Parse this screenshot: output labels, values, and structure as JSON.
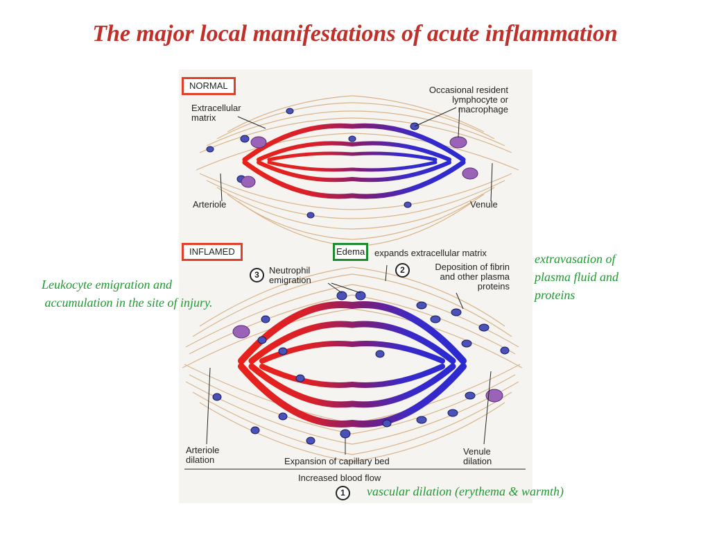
{
  "title": "The major local manifestations of acute inflammation",
  "colors": {
    "title": "#c0302a",
    "annotation": "#1f9a32",
    "normal_box": "#e0402a",
    "inflamed_box": "#e0402a",
    "edema_box": "#1e8a2e",
    "arterial_red": "#e8221a",
    "venous_blue": "#2a2ad0",
    "fiber_tan": "#d8b48a",
    "cell_purple": "#9b63b8"
  },
  "figure": {
    "normal": {
      "header": "NORMAL",
      "labels": {
        "extracellular_matrix": "Extracellular\nmatrix",
        "resident_cell": "Occasional resident\nlymphocyte or\nmacrophage",
        "arteriole": "Arteriole",
        "venule": "Venule"
      }
    },
    "inflamed": {
      "header": "INFLAMED",
      "edema": "Edema",
      "edema_rest": "expands extracellular matrix",
      "steps": {
        "neutrophil_num": "3",
        "neutrophil": "Neutrophil\nemigration",
        "fibrin_num": "2",
        "fibrin": "Deposition of fibrin\nand other plasma\nproteins",
        "flow_num": "1"
      },
      "labels": {
        "arteriole_dilation": "Arteriole\ndilation",
        "capillary_bed": "Expansion of capillary bed",
        "venule_dilation": "Venule\ndilation",
        "increased_flow": "Increased blood flow"
      }
    }
  },
  "annotations": {
    "leukocyte": "Leukocyte emigration and\n accumulation in the site of injury.",
    "extravasation": "extravasation of\nplasma fluid and\nproteins",
    "vascular_dilation": "vascular dilation (erythema & warmth)"
  }
}
